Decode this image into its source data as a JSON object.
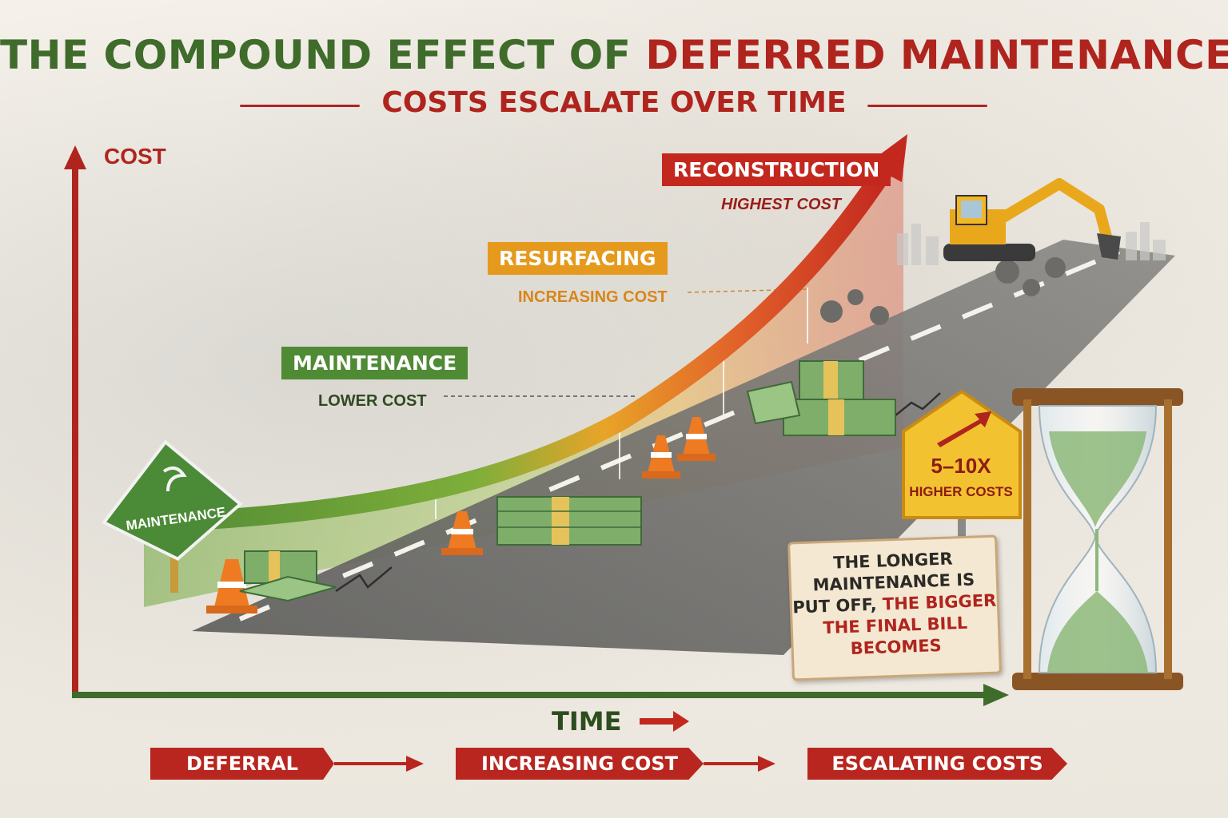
{
  "title": {
    "part1": "THE COMPOUND EFFECT OF ",
    "part2": "DEFERRED MAINTENANCE"
  },
  "subtitle": "COSTS ESCALATE OVER TIME",
  "axes": {
    "y_label": "COST",
    "x_label": "TIME"
  },
  "stages": {
    "maintenance": {
      "label": "MAINTENANCE",
      "note": "LOWER COST",
      "color": "#4f8a34"
    },
    "resurfacing": {
      "label": "RESURFACING",
      "note": "INCREASING COST",
      "color": "#e59a1e"
    },
    "reconstruction": {
      "label": "RECONSTRUCTION",
      "note": "HIGHEST COST",
      "color": "#c3281f"
    }
  },
  "road_sign": {
    "text": "MAINTENANCE",
    "icon": "road-curve-icon"
  },
  "warning_sign": {
    "multiplier": "5–10X",
    "text": "HIGHER COSTS",
    "icon": "rising-arrow-icon"
  },
  "quote": {
    "line1": "THE LONGER",
    "line2": "MAINTENANCE IS",
    "line3a": "PUT OFF, ",
    "line3b": "THE BIGGER",
    "line4": "THE FINAL BILL",
    "line5": "BECOMES"
  },
  "flow": [
    "DEFERRAL",
    "INCREASING COST",
    "ESCALATING COSTS"
  ],
  "colors": {
    "green": "#4f8a34",
    "orange": "#e59a1e",
    "red": "#b0241e"
  }
}
